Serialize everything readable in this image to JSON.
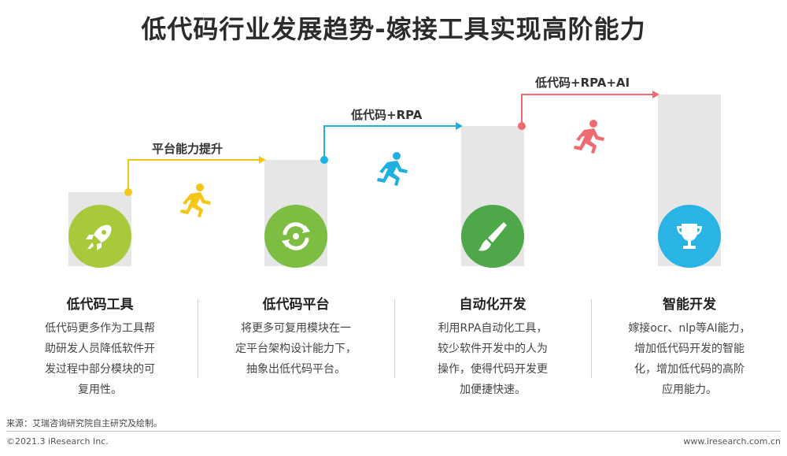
{
  "title": "低代码行业发展趋势-嫁接工具实现高阶能力",
  "steps": [
    {
      "label": "平台能力提升"
    },
    {
      "label": "低代码+RPA"
    },
    {
      "label": "低代码+RPA+AI"
    }
  ],
  "columns": [
    {
      "title": "低代码工具",
      "icon": "rocket-icon",
      "color": "#a8c93a",
      "desc": [
        "低代码更多作为工具帮",
        "助研发人员降低软件开",
        "发过程中部分模块的可",
        "复用性。"
      ]
    },
    {
      "title": "低代码平台",
      "icon": "cycle-icon",
      "color": "#7cbd42",
      "desc": [
        "将更多可复用模块在一",
        "定平台架构设计能力下，",
        "抽象出低代码平台。"
      ]
    },
    {
      "title": "自动化开发",
      "icon": "brush-icon",
      "color": "#4ea84a",
      "desc": [
        "利用RPA自动化工具，",
        "较少软件开发中的人为",
        "操作，使得代码开发更",
        "加便捷快速。"
      ]
    },
    {
      "title": "智能开发",
      "icon": "trophy-icon",
      "color": "#2ab4e6",
      "desc": [
        "嫁接ocr、nlp等AI能力，",
        "增加低代码开发的智能",
        "化，增加低代码的高阶",
        "应用能力。"
      ]
    }
  ],
  "colors": {
    "yellow": "#f5c518",
    "cyan": "#1eb0e0",
    "pink": "#ef6b72",
    "bar": "#e6e6e6"
  },
  "footer": {
    "source": "来源：艾瑞咨询研究院自主研究及绘制。",
    "copyright": "©2021.3 iResearch Inc.",
    "website": "www.iresearch.com.cn"
  }
}
